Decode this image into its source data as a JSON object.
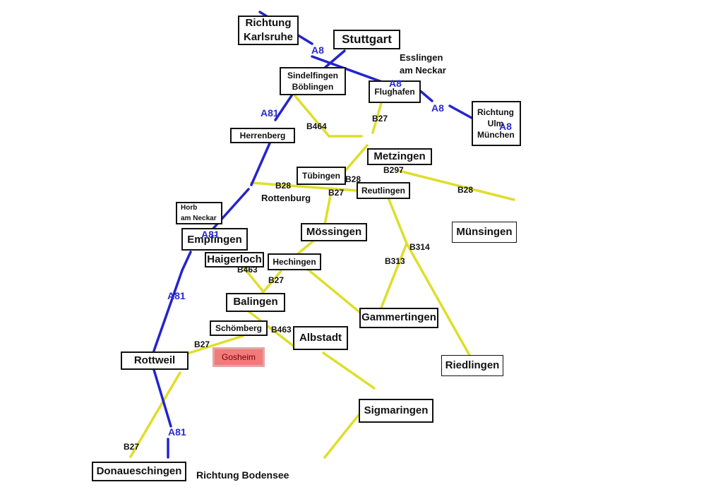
{
  "colors": {
    "autobahn": "#2424cc",
    "bundesstrasse": "#dede2a",
    "highlight": "#f27a7a"
  },
  "places": {
    "richtung_karlsruhe": "Richtung\nKarlsruhe",
    "stuttgart": "Stuttgart",
    "esslingen": "Esslingen\nam Neckar",
    "sindelfingen": "Sindelfingen\nBöblingen",
    "flughafen": "Flughafen",
    "richtung_ulm_a": "Richtung\nUlm",
    "richtung_ulm_b": "München",
    "herrenberg": "Herrenberg",
    "metzingen": "Metzingen",
    "tuebingen": "Tübingen",
    "reutlingen": "Reutlingen",
    "rottenburg": "Rottenburg",
    "horb": "Horb\nam Neckar",
    "muensingen": "Münsingen",
    "moessingen": "Mössingen",
    "empfingen": "Empfingen",
    "haigerloch": "Haigerloch",
    "hechingen": "Hechingen",
    "balingen": "Balingen",
    "gammertingen": "Gammertingen",
    "schoemberg": "Schömberg",
    "albstadt": "Albstadt",
    "gosheim": "Gosheim",
    "rottweil": "Rottweil",
    "riedlingen": "Riedlingen",
    "sigmaringen": "Sigmaringen",
    "donaueschingen": "Donaueschingen",
    "richtung_bodensee": "Richtung Bodensee"
  },
  "roads": {
    "a8": "A8",
    "a81": "A81",
    "b27": "B27",
    "b28": "B28",
    "b297": "B297",
    "b313": "B313",
    "b314": "B314",
    "b463": "B463",
    "b464": "B464"
  }
}
